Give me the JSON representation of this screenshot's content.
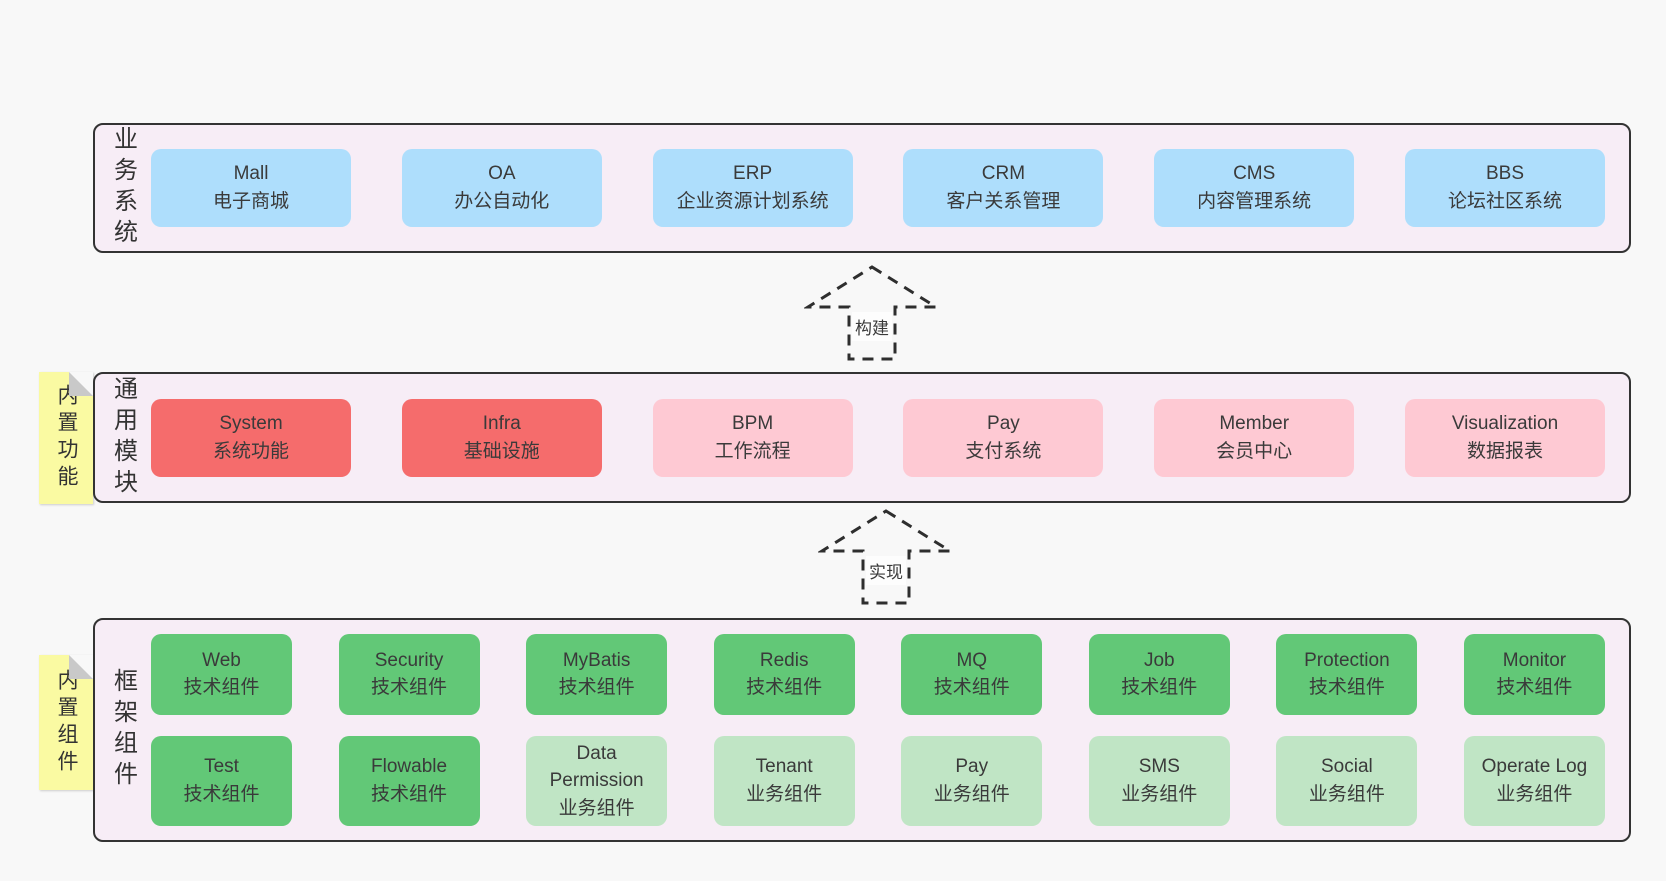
{
  "diagram": {
    "layers": [
      {
        "id": "business-systems",
        "label": "业务系统",
        "sticky": null,
        "rows": [
          [
            {
              "name": "Mall",
              "desc": "电子商城",
              "variant": "blue"
            },
            {
              "name": "OA",
              "desc": "办公自动化",
              "variant": "blue"
            },
            {
              "name": "ERP",
              "desc": "企业资源计划系统",
              "variant": "blue"
            },
            {
              "name": "CRM",
              "desc": "客户关系管理",
              "variant": "blue"
            },
            {
              "name": "CMS",
              "desc": "内容管理系统",
              "variant": "blue"
            },
            {
              "name": "BBS",
              "desc": "论坛社区系统",
              "variant": "blue"
            }
          ]
        ]
      },
      {
        "id": "common-modules",
        "label": "通用模块",
        "sticky": "内置功能",
        "rows": [
          [
            {
              "name": "System",
              "desc": "系统功能",
              "variant": "red"
            },
            {
              "name": "Infra",
              "desc": "基础设施",
              "variant": "red"
            },
            {
              "name": "BPM",
              "desc": "工作流程",
              "variant": "pink"
            },
            {
              "name": "Pay",
              "desc": "支付系统",
              "variant": "pink"
            },
            {
              "name": "Member",
              "desc": "会员中心",
              "variant": "pink"
            },
            {
              "name": "Visualization",
              "desc": "数据报表",
              "variant": "pink"
            }
          ]
        ]
      },
      {
        "id": "framework-components",
        "label": "框架组件",
        "sticky": "内置组件",
        "rows": [
          [
            {
              "name": "Web",
              "desc": "技术组件",
              "variant": "green"
            },
            {
              "name": "Security",
              "desc": "技术组件",
              "variant": "green"
            },
            {
              "name": "MyBatis",
              "desc": "技术组件",
              "variant": "green"
            },
            {
              "name": "Redis",
              "desc": "技术组件",
              "variant": "green"
            },
            {
              "name": "MQ",
              "desc": "技术组件",
              "variant": "green"
            },
            {
              "name": "Job",
              "desc": "技术组件",
              "variant": "green"
            },
            {
              "name": "Protection",
              "desc": "技术组件",
              "variant": "green"
            },
            {
              "name": "Monitor",
              "desc": "技术组件",
              "variant": "green"
            }
          ],
          [
            {
              "name": "Test",
              "desc": "技术组件",
              "variant": "green"
            },
            {
              "name": "Flowable",
              "desc": "技术组件",
              "variant": "green"
            },
            {
              "name": "Data Permission",
              "desc": "业务组件",
              "variant": "lightgreen"
            },
            {
              "name": "Tenant",
              "desc": "业务组件",
              "variant": "lightgreen"
            },
            {
              "name": "Pay",
              "desc": "业务组件",
              "variant": "lightgreen"
            },
            {
              "name": "SMS",
              "desc": "业务组件",
              "variant": "lightgreen"
            },
            {
              "name": "Social",
              "desc": "业务组件",
              "variant": "lightgreen"
            },
            {
              "name": "Operate Log",
              "desc": "业务组件",
              "variant": "lightgreen"
            }
          ]
        ]
      }
    ],
    "arrows": [
      {
        "label": "构建"
      },
      {
        "label": "实现"
      }
    ],
    "colors": {
      "page_bg": "#f8f8f8",
      "panel_bg": "#f7edf6",
      "panel_border": "#333333",
      "c_blue": "#aedefc",
      "c_red": "#f56c6c",
      "c_pink": "#fec9d3",
      "c_green": "#62c877",
      "c_lightgreen": "#c0e5c5",
      "sticky_bg": "#fafaa2",
      "sticky_fold": "#c9c9c9",
      "arrow": "#2e2e2e",
      "text": "#3a3a3a"
    }
  }
}
